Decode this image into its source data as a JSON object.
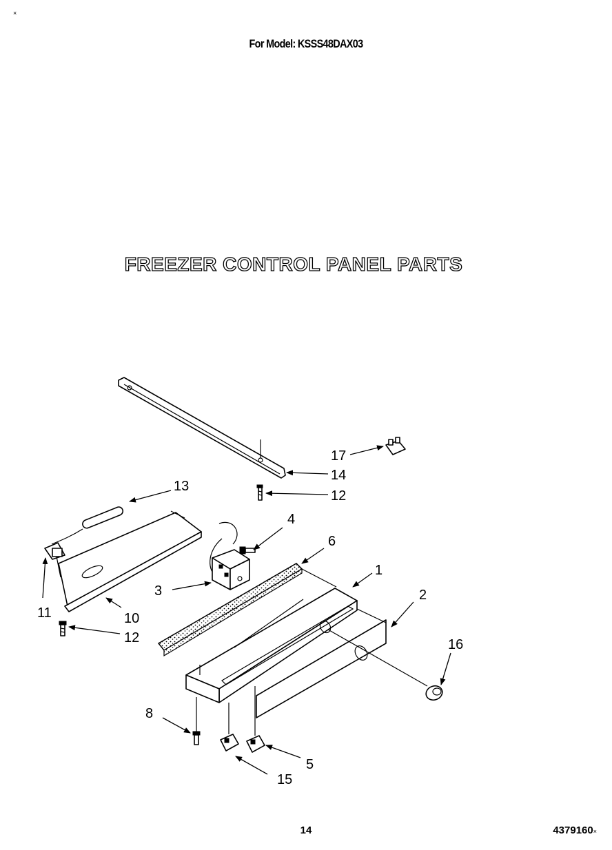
{
  "header": {
    "corner_mark": "×",
    "model_line": "For Model: KSSS48DAX03"
  },
  "title": "FREEZER CONTROL PANEL PARTS",
  "callouts": {
    "c1": "1",
    "c2": "2",
    "c3": "3",
    "c4": "4",
    "c5": "5",
    "c6": "6",
    "c8": "8",
    "c10": "10",
    "c11": "11",
    "c12a": "12",
    "c12b": "12",
    "c13": "13",
    "c14": "14",
    "c15": "15",
    "c16": "16",
    "c17": "17"
  },
  "footer": {
    "page_number": "14",
    "doc_number": "4379160",
    "doc_suffix": "×"
  }
}
